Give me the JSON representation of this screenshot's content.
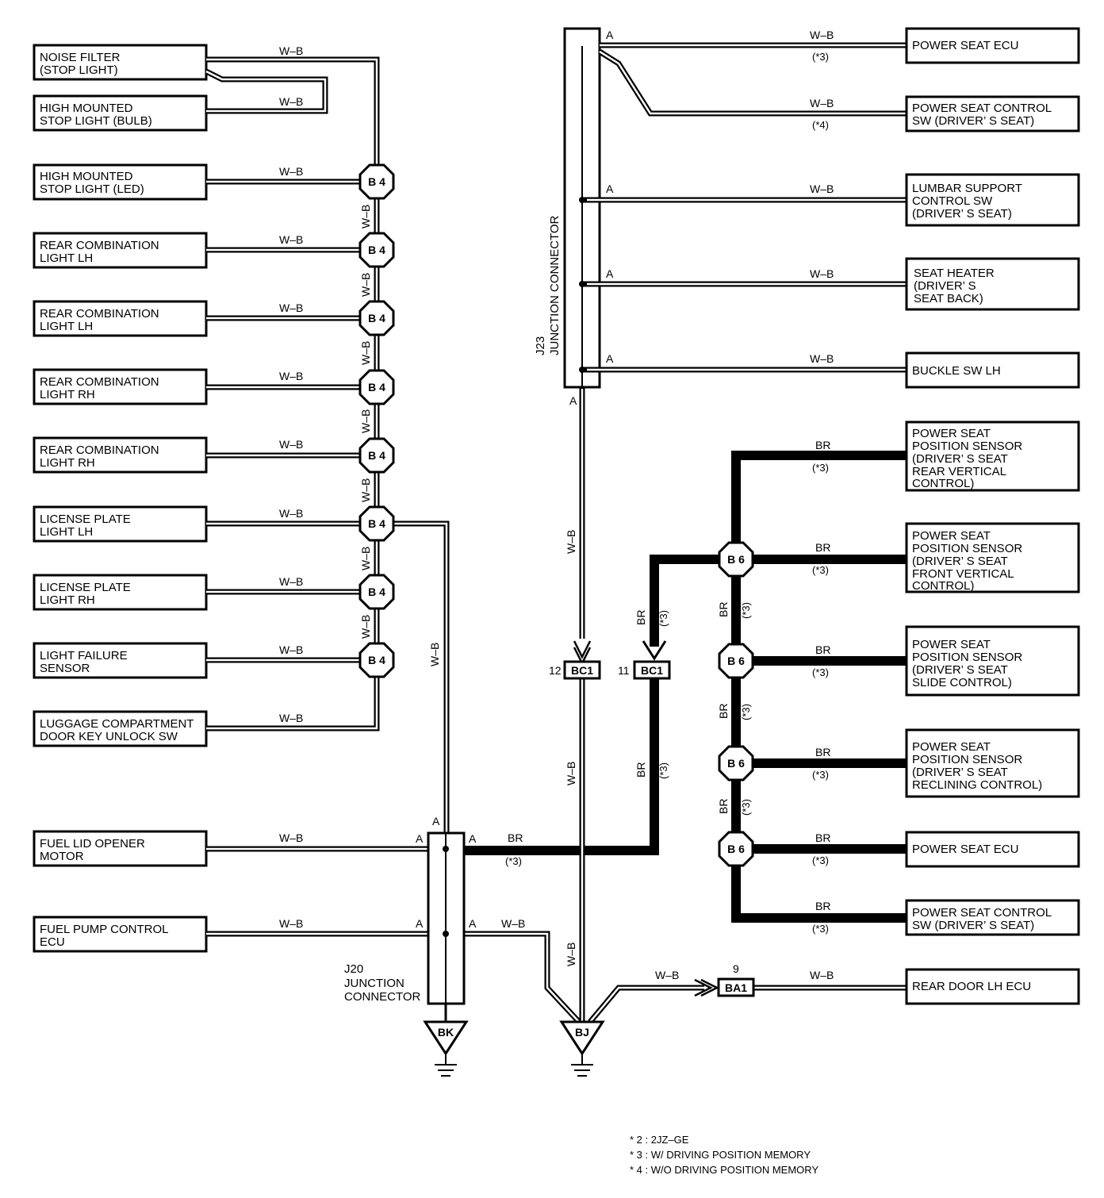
{
  "wire_colors": {
    "wb": "W–B",
    "br": "BR"
  },
  "note_3": "(*3)",
  "note_4": "(*4)",
  "pin_a": "A",
  "left_components": [
    {
      "id": "noise-filter",
      "line1": "NOISE FILTER",
      "line2": "(STOP LIGHT)"
    },
    {
      "id": "hm-stop-bulb",
      "line1": "HIGH MOUNTED",
      "line2": "STOP LIGHT (BULB)"
    },
    {
      "id": "hm-stop-led",
      "line1": "HIGH MOUNTED",
      "line2": "STOP LIGHT (LED)"
    },
    {
      "id": "rear-comb-lh-1",
      "line1": "REAR COMBINATION",
      "line2": "LIGHT LH"
    },
    {
      "id": "rear-comb-lh-2",
      "line1": "REAR COMBINATION",
      "line2": "LIGHT LH"
    },
    {
      "id": "rear-comb-rh-1",
      "line1": "REAR COMBINATION",
      "line2": "LIGHT RH"
    },
    {
      "id": "rear-comb-rh-2",
      "line1": "REAR COMBINATION",
      "line2": "LIGHT RH"
    },
    {
      "id": "license-lh",
      "line1": "LICENSE PLATE",
      "line2": "LIGHT LH"
    },
    {
      "id": "license-rh",
      "line1": "LICENSE PLATE",
      "line2": "LIGHT RH"
    },
    {
      "id": "light-failure",
      "line1": "LIGHT FAILURE",
      "line2": "SENSOR"
    },
    {
      "id": "luggage-unlock",
      "line1": "LUGGAGE COMPARTMENT",
      "line2": "DOOR KEY UNLOCK SW"
    },
    {
      "id": "fuel-lid",
      "line1": "FUEL LID OPENER",
      "line2": "MOTOR"
    },
    {
      "id": "fuel-pump",
      "line1": "FUEL PUMP CONTROL",
      "line2": "ECU"
    }
  ],
  "right_components": [
    {
      "id": "power-seat-ecu-1",
      "lines": [
        "POWER SEAT ECU"
      ]
    },
    {
      "id": "power-seat-sw-1",
      "lines": [
        "POWER SEAT CONTROL",
        "SW (DRIVER’ S SEAT)"
      ]
    },
    {
      "id": "lumbar-sw",
      "lines": [
        "LUMBAR SUPPORT",
        "CONTROL SW",
        "(DRIVER’ S SEAT)"
      ]
    },
    {
      "id": "seat-heater",
      "lines": [
        "SEAT HEATER",
        "(DRIVER’ S",
        " SEAT BACK)"
      ]
    },
    {
      "id": "buckle-sw",
      "lines": [
        "BUCKLE SW LH"
      ]
    },
    {
      "id": "sensor-rear-vert",
      "lines": [
        "POWER SEAT",
        "POSITION SENSOR",
        "(DRIVER’ S SEAT",
        " REAR VERTICAL",
        " CONTROL)"
      ]
    },
    {
      "id": "sensor-front-vert",
      "lines": [
        "POWER SEAT",
        "POSITION SENSOR",
        "(DRIVER’ S SEAT",
        " FRONT VERTICAL",
        " CONTROL)"
      ]
    },
    {
      "id": "sensor-slide",
      "lines": [
        "POWER SEAT",
        "POSITION SENSOR",
        "(DRIVER’ S SEAT",
        " SLIDE CONTROL)"
      ]
    },
    {
      "id": "sensor-recline",
      "lines": [
        "POWER SEAT",
        "POSITION SENSOR",
        "(DRIVER’ S SEAT",
        " RECLINING CONTROL)"
      ]
    },
    {
      "id": "power-seat-ecu-2",
      "lines": [
        "POWER SEAT ECU"
      ]
    },
    {
      "id": "power-seat-sw-2",
      "lines": [
        "POWER SEAT CONTROL",
        "SW (DRIVER’ S SEAT)"
      ]
    },
    {
      "id": "rear-door-ecu",
      "lines": [
        "REAR DOOR LH ECU"
      ]
    }
  ],
  "connectors": {
    "b4": "B 4",
    "b6": "B 6",
    "bc1": "BC1",
    "bc1_pin_left": "12",
    "bc1_pin_right": "11",
    "ba1": "BA1",
    "ba1_pin": "9",
    "bk": "BK",
    "bj": "BJ"
  },
  "j23": {
    "code": "J23",
    "name": "JUNCTION CONNECTOR"
  },
  "j20": {
    "code": "J20",
    "name1": "JUNCTION",
    "name2": "CONNECTOR"
  },
  "footnotes": [
    "*  2 : 2JZ–GE",
    "*  3 : W/ DRIVING POSITION MEMORY",
    "*  4 : W/O DRIVING POSITION MEMORY"
  ]
}
